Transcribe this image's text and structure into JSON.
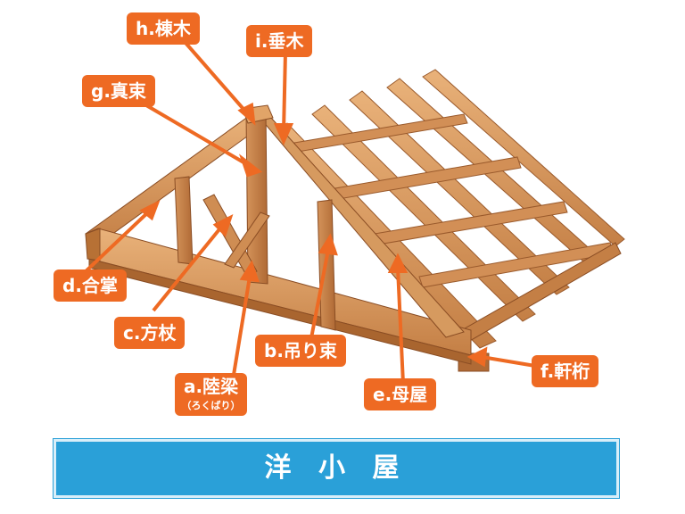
{
  "title": "洋 小 屋",
  "labels": {
    "a": {
      "text": "a.陸梁",
      "reading": "（ろくばり）"
    },
    "b": {
      "text": "b.吊り束"
    },
    "c": {
      "text": "c.方杖"
    },
    "d": {
      "text": "d.合掌"
    },
    "e": {
      "text": "e.母屋"
    },
    "f": {
      "text": "f.軒桁"
    },
    "g": {
      "text": "g.真束"
    },
    "h": {
      "text": "h.棟木"
    },
    "i": {
      "text": "i.垂木"
    }
  },
  "colors": {
    "label_bg": "#ee6a23",
    "title_bg": "#2aa0d8",
    "wood_light": "#e2a46a",
    "wood_mid": "#c9834a",
    "wood_dark": "#9a5a2c"
  }
}
